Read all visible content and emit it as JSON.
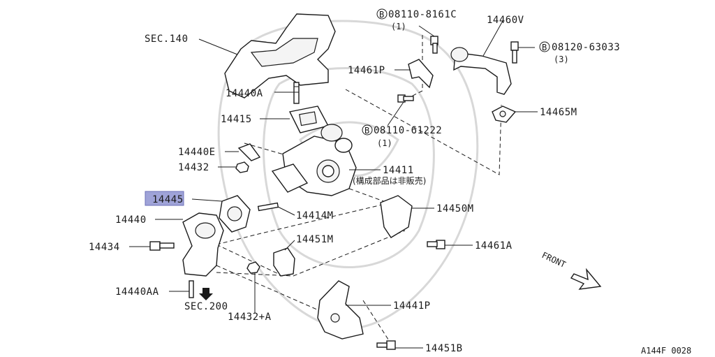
{
  "diagram": {
    "labels": {
      "sec140": "SEC.140",
      "p14440A": "14440A",
      "p14415": "14415",
      "p14440E": "14440E",
      "p14432": "14432",
      "p14445": "14445",
      "p14440": "14440",
      "p14434": "14434",
      "p14440AA": "14440AA",
      "sec200": "SEC.200",
      "p14432A": "14432+A",
      "p14414M": "14414M",
      "p14451M": "14451M",
      "p14411": "14411",
      "p14411_note": "(構成部品は非販売)",
      "p14450M": "14450M",
      "p14461A": "14461A",
      "p14441P": "14441P",
      "p14451B": "14451B",
      "bolt1": "08110-8161C",
      "bolt1_qty": "(1)",
      "p14460V": "14460V",
      "bolt2": "08120-63033",
      "bolt2_qty": "(3)",
      "p14461P": "14461P",
      "p14465M": "14465M",
      "bolt3": "08110-61222",
      "bolt3_qty": "(1)",
      "front": "FRONT",
      "bolt_symbol": "B",
      "drawing_code": "A144F 0028"
    },
    "highlighted_part": "14445",
    "highlight_color": "#9fa3d8"
  }
}
